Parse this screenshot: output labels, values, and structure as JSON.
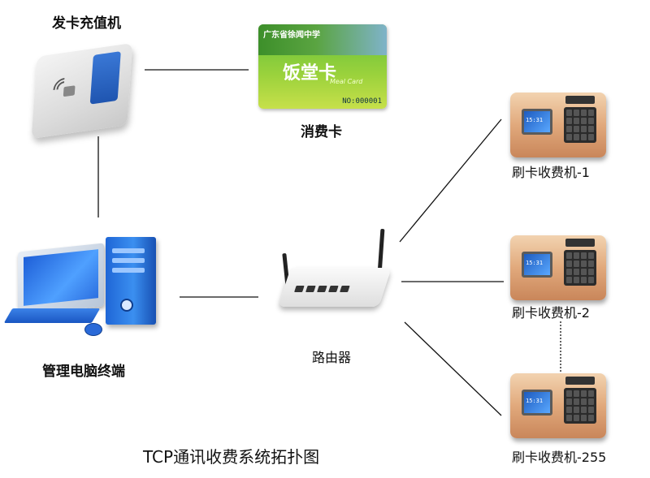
{
  "title": "TCP通讯收费系统拓扑图",
  "nodes": {
    "issuer": {
      "label": "发卡充值机"
    },
    "card": {
      "label": "消费卡",
      "school": "广东省徐闻中学",
      "name": "饭堂卡",
      "sub": "Meal Card",
      "number": "NO:000001"
    },
    "computer": {
      "label": "管理电脑终端"
    },
    "router": {
      "label": "路由器"
    },
    "terminal_1": {
      "label": "刷卡收费机-1",
      "time": "15:31"
    },
    "terminal_2": {
      "label": "刷卡收费机-2",
      "time": "15:31"
    },
    "terminal_255": {
      "label": "刷卡收费机-255",
      "time": "15:31"
    }
  },
  "colors": {
    "line": "#111111",
    "pos_body": "#e1a97c",
    "card_green": "#5fbf3a",
    "computer_blue": "#1f66d6"
  },
  "icons": [
    "card-reader-icon",
    "meal-card-icon",
    "computer-icon",
    "router-icon",
    "pos-terminal-icon"
  ]
}
